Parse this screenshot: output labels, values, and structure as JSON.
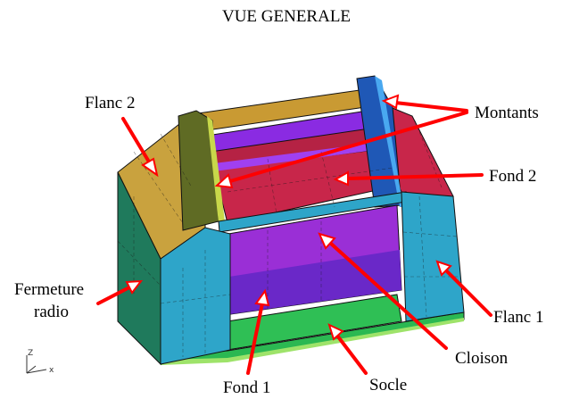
{
  "title": "VUE GENERALE",
  "labels": {
    "flanc2": "Flanc 2",
    "montants": "Montants",
    "fond2": "Fond 2",
    "fermeture_line1": "Fermeture",
    "fermeture_line2": "radio",
    "flanc1": "Flanc 1",
    "cloison": "Cloison",
    "fond1": "Fond 1",
    "socle": "Socle"
  },
  "axes": {
    "z": "Z",
    "x": "x"
  },
  "colors": {
    "flanc2": "#c9a23e",
    "fermeture": "#1f7a5c",
    "flanc1": "#2ea5c9",
    "fond2": "#c8264a",
    "cloison": "#9a2fd6",
    "socle": "#2bb852",
    "montant_left": "#5f6b24",
    "montant_right": "#1f58b6",
    "bar": "#8a2be2",
    "arrow": "#ff0000"
  }
}
